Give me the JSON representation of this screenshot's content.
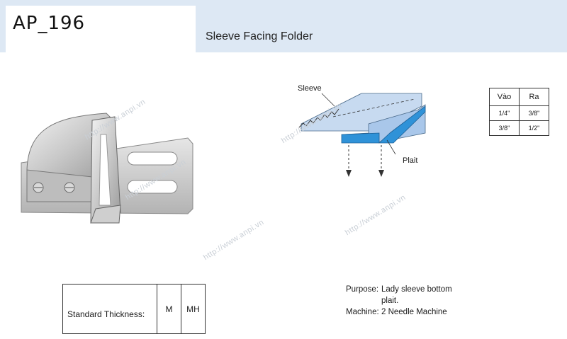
{
  "header": {
    "code": "AP_196",
    "title": "Sleeve Facing Folder",
    "watermark": "http://www.anpi.vn"
  },
  "diagram": {
    "sleeve_label": "Sleeve",
    "plait_label": "Plait"
  },
  "size_table": {
    "headers": [
      "Vào",
      "Ra"
    ],
    "rows": [
      [
        "1/4\"",
        "3/8\""
      ],
      [
        "3/8\"",
        "1/2\""
      ]
    ]
  },
  "thickness": {
    "label": "Standard Thickness:",
    "values": [
      "M",
      "MH"
    ]
  },
  "purpose": {
    "purpose_key": "Purpose:",
    "purpose_value_1": "Lady sleeve bottom",
    "purpose_value_2": "plait.",
    "machine_key": "Machine:",
    "machine_value": "2 Needle Machine"
  }
}
